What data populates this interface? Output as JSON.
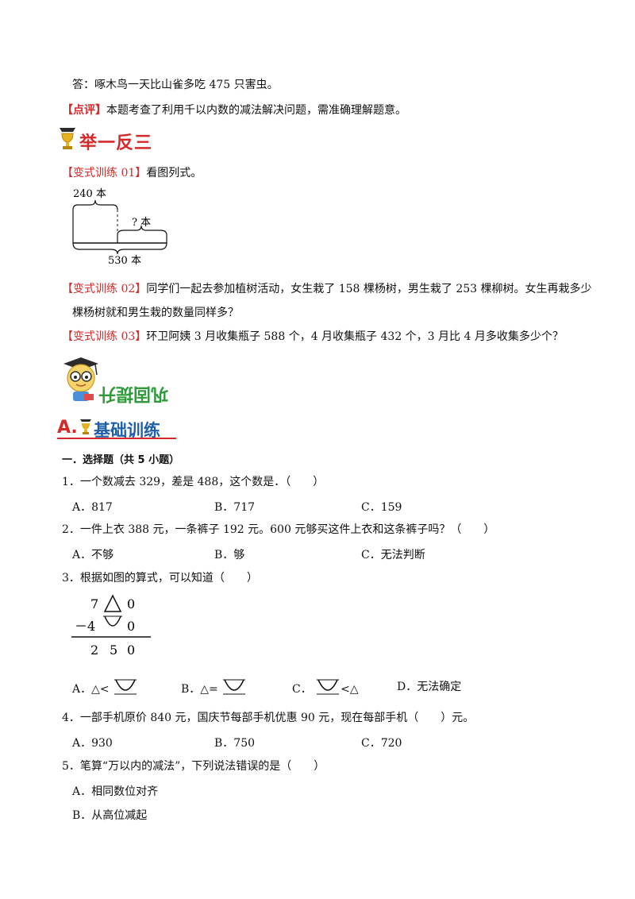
{
  "answer_line": "答：啄木鸟一天比山雀多吃 475 只害虫。",
  "comment": {
    "tag": "【点评】",
    "text": "本题考查了利用千以内数的减法解决问题，需准确理解题意。"
  },
  "section_heading": "举一反三",
  "variants": [
    {
      "tag": "【变式训练 01】",
      "text": "看图列式。"
    },
    {
      "tag": "【变式训练 02】",
      "text": "同学们一起去参加植树活动，女生栽了 158 棵杨树，男生栽了 253 棵柳树。女生再栽多少",
      "text2": "棵杨树就和男生栽的数量同样多？"
    },
    {
      "tag": "【变式训练 03】",
      "text": "环卫阿姨 3 月收集瓶子 588 个，4 月收集瓶子 432 个，3 月比 4 月多收集多少个？"
    }
  ],
  "diagram": {
    "top_label": "240 本",
    "mid_label": "? 本",
    "bottom_label": "530 本"
  },
  "mascot_caption": "巩固提升",
  "training_heading": {
    "prefix": "A.",
    "title": "基础训练"
  },
  "question_group": "一．选择题（共 5 小题）",
  "questions": [
    {
      "stem": "1．一个数减去 329，差是 488，这个数是．（　　）",
      "options": [
        "A．817",
        "B．717",
        "C．159"
      ]
    },
    {
      "stem": "2．一件上衣 388 元，一条裤子 192 元。600 元够买这件上衣和这条裤子吗？（　　）",
      "options": [
        "A．不够",
        "B．够",
        "C．无法判断"
      ]
    },
    {
      "stem": "3．根据如图的算式，可以知道（　　）",
      "options": [
        "A．△<",
        "B．△=",
        "C．",
        "D．无法确定"
      ]
    },
    {
      "stem": "4．一部手机原价 840 元，国庆节每部手机优惠 90 元，现在每部手机（　　）元。",
      "options": [
        "A．930",
        "B．750",
        "C．720"
      ]
    },
    {
      "stem": "5．笔算“万以内的减法”，下列说法错误的是（　　）",
      "options": [
        "A．相同数位对齐",
        "B．从高位减起"
      ]
    }
  ],
  "calc": {
    "row1": [
      "7",
      "0"
    ],
    "row2": [
      "－4",
      "0"
    ],
    "row3": [
      "2",
      "5",
      "0"
    ]
  },
  "option_c_suffix": "<△",
  "colors": {
    "accent_red": "#d42a2a",
    "heading_blue": "#1f5fa8",
    "heading_green": "#2f9a3a"
  }
}
